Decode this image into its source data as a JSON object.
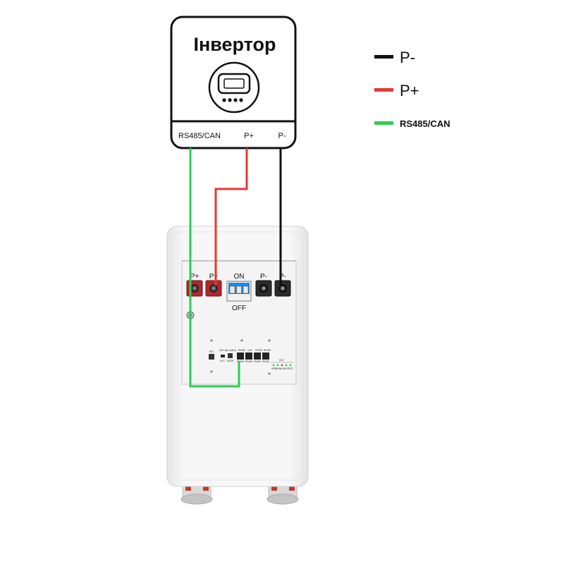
{
  "inverter": {
    "title": "Інвертор",
    "ports": {
      "comm": "RS485/CAN",
      "pos": "P+",
      "neg": "P-"
    }
  },
  "legend": [
    {
      "label": "P-",
      "color": "#111111"
    },
    {
      "label": "P+",
      "color": "#e53935"
    },
    {
      "label": "RS485/CAN",
      "color": "#2ecc55"
    }
  ],
  "battery": {
    "terminals": {
      "pos1": "P+",
      "pos2": "P+",
      "neg1": "P-",
      "neg2": "P-"
    },
    "breaker": {
      "on": "ON",
      "off": "OFF"
    },
    "panel": {
      "rst": "RST",
      "addr": "ADD (dip switch)",
      "ports_top": [
        "RS485",
        "CAN",
        "RS485",
        "RS485"
      ],
      "ports_bottom": [
        "RS485",
        "RS485",
        "RS485",
        "RS485"
      ],
      "dry": "ACS",
      "mode": "MODE",
      "soc": "SOC",
      "leds": [
        "ARM",
        "RUN",
        "ALM",
        "SOC",
        "SOC"
      ]
    }
  },
  "colors": {
    "wire_neg": "#111111",
    "wire_pos": "#e53935",
    "wire_comm": "#2ecc55",
    "terminal_red": "#b3262b",
    "breaker_blue": "#1e88e5"
  }
}
